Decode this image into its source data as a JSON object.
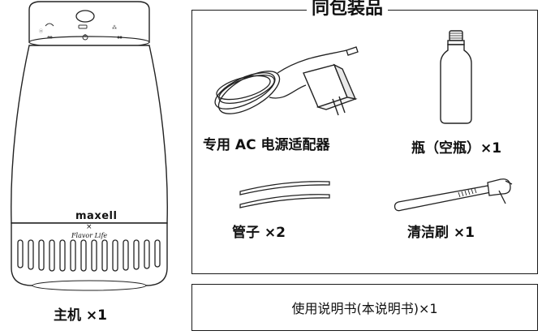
{
  "main_unit": {
    "brand": "maxell",
    "cross": "×",
    "sub_brand": "Flavor Life",
    "label": "主机 ×1"
  },
  "package": {
    "title": "同包装品",
    "items": [
      {
        "label": "专用 AC 电源适配器"
      },
      {
        "label": "瓶（空瓶）×1"
      },
      {
        "label": "管子 ×2"
      },
      {
        "label": "清洁刷 ×1"
      }
    ]
  },
  "manual": {
    "label": "使用说明书(本说明书)×1"
  }
}
